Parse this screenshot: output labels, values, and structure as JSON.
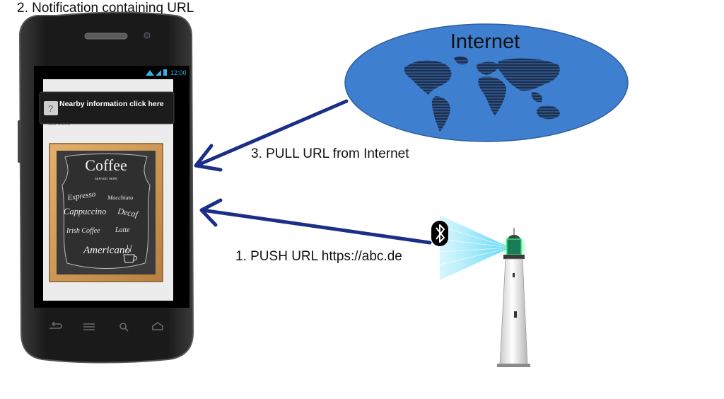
{
  "labels": {
    "step2": "2. Notification containing URL",
    "step3": "3. PULL URL from Internet",
    "step1": "1. PUSH URL https://abc.de",
    "internet": "Internet"
  },
  "phone": {
    "status_time": "12:00",
    "notification_text": "Nearby information click here",
    "page_subtitle": "Our Menu",
    "menu_board": {
      "title": "Coffee",
      "subtitle": "SERVED HERE",
      "items": [
        "Expresso",
        "Macchiato",
        "Cappuccino",
        "Decaf",
        "Irish Coffee",
        "Latte",
        "Americano"
      ]
    }
  },
  "colors": {
    "arrow": "#1b2f86",
    "globe": "#3f7fcf",
    "globe_stroke": "#2d5f9e",
    "beam": "#4fd3f5",
    "lighthouse_glow": "#2fe07a"
  },
  "icons": {
    "beacon": "bluetooth-icon",
    "globe": "world-map-icon",
    "lighthouse": "lighthouse-icon"
  }
}
